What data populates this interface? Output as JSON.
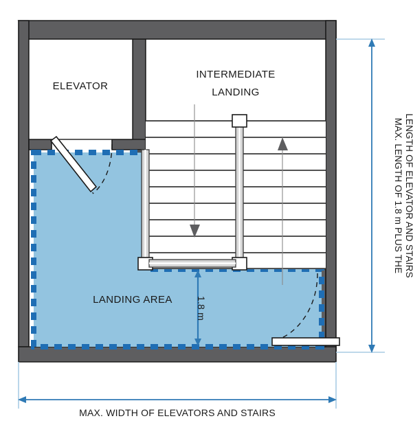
{
  "diagram": {
    "title": "Elevator and Stairs Landing Area Floor Plan",
    "colors": {
      "wall_fill": "#5e5e60",
      "wall_stroke": "#1a1a1a",
      "landing_fill": "#93c4e0",
      "landing_dash": "#1f6eb4",
      "dimension_line": "#2f7ab5",
      "extension_line": "#a8cbe4",
      "stair_line": "#3a3a3a",
      "handrail": "#b8b8b8",
      "text": "#1a1a1a",
      "background": "#ffffff"
    }
  },
  "rooms": {
    "elevator": {
      "label": "ELEVATOR"
    },
    "intermediate_landing": {
      "label_line1": "INTERMEDIATE",
      "label_line2": "LANDING"
    },
    "landing_area": {
      "label": "LANDING AREA"
    }
  },
  "dimensions": {
    "landing_depth": {
      "label": "1.8 m",
      "orientation": "vertical",
      "arrow_style": "double"
    },
    "overall_height": {
      "label_line1": "MAX. LENGTH OF 1.8 m PLUS THE",
      "label_line2": "LENGTH OF ELEVATOR AND STAIRS",
      "orientation": "vertical",
      "arrow_style": "double"
    },
    "overall_width": {
      "label": "MAX. WIDTH OF ELEVATORS AND STAIRS",
      "orientation": "horizontal",
      "arrow_style": "double"
    }
  },
  "stairs": {
    "tread_count": 9,
    "left_flight_direction": "down",
    "right_flight_direction": "up",
    "center_handrail": true,
    "left_handrail": true,
    "bottom_handrail": true
  },
  "doors": [
    {
      "name": "elevator-door",
      "swing": "into-landing-area",
      "hinge": "left"
    },
    {
      "name": "exit-door",
      "swing": "into-landing-area",
      "hinge": "right"
    }
  ]
}
